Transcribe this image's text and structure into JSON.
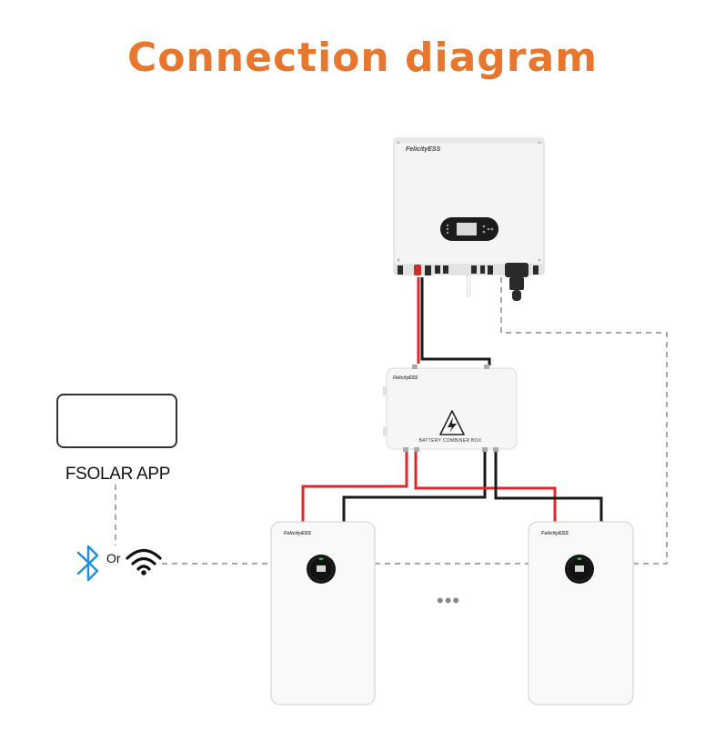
{
  "title": "Connection diagram",
  "app": {
    "label": "FSOLAR APP",
    "connector": "Or"
  },
  "inverter": {
    "brand": "FelicityESS"
  },
  "combiner": {
    "brand": "FelicityESS",
    "caption": "BATTERY COMBINER BOX"
  },
  "batteries": [
    {
      "brand": "FelicityESS"
    },
    {
      "brand": "FelicityESS"
    }
  ],
  "more_indicator": "•••",
  "colors": {
    "title": "#e8772e",
    "positive_cable": "#e3262b",
    "negative_cable": "#1a1a1a",
    "comm_line": "#8a8a8a",
    "bluetooth": "#1d8fe0"
  },
  "icons": [
    "phone-icon",
    "monitor-icon",
    "bluetooth-icon",
    "wifi-icon",
    "high-voltage-icon"
  ]
}
